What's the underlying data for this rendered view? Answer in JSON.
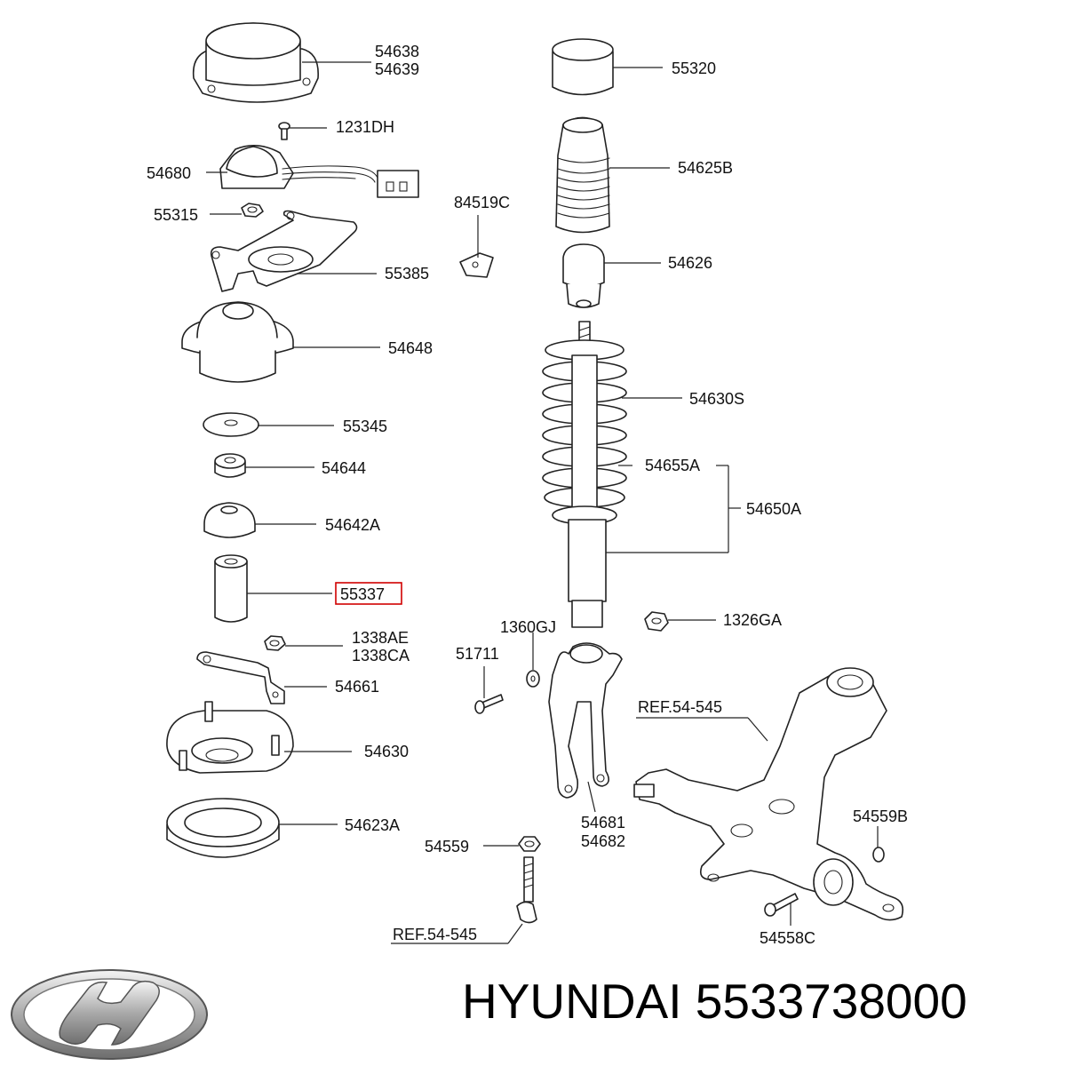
{
  "labels": {
    "l54638": "54638",
    "l54639": "54639",
    "l1231DH": "1231DH",
    "l54680": "54680",
    "l55315": "55315",
    "l55385": "55385",
    "l54648": "54648",
    "l55345": "55345",
    "l54644": "54644",
    "l54642A": "54642A",
    "l55337": "55337",
    "l1338AE": "1338AE",
    "l1338CA": "1338CA",
    "l54661": "54661",
    "l54630": "54630",
    "l54623A": "54623A",
    "l55320": "55320",
    "l54625B": "54625B",
    "l84519C": "84519C",
    "l54626": "54626",
    "l54630S": "54630S",
    "l54655A": "54655A",
    "l54650A": "54650A",
    "l1326GA": "1326GA",
    "l1360GJ": "1360GJ",
    "l51711": "51711",
    "lRef1": "REF.54-545",
    "l54681": "54681",
    "l54682": "54682",
    "l54559": "54559",
    "l54559B": "54559B",
    "l54558C": "54558C",
    "lRef2": "REF.54-545"
  },
  "highlight_color": "#d00000",
  "footer": {
    "brand_text": "HYUNDAI 5533738000"
  },
  "logo": {
    "icon": "hyundai-logo-icon"
  }
}
